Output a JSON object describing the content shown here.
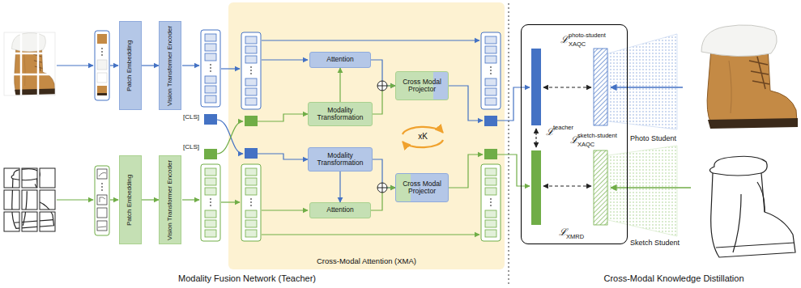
{
  "diagram": {
    "nodes": [
      {
        "text": [
          "Patch Embedding"
        ]
      },
      {
        "text": [
          "Vision Transformer Encoder"
        ]
      },
      {
        "text": [
          "Patch Embedding"
        ]
      },
      {
        "text": [
          "Vision Transformer Encoder"
        ]
      },
      {
        "text": [
          "Cross-Modal Attention (XMA)"
        ]
      },
      {
        "text": [
          "Attention"
        ],
        "in": 4
      },
      {
        "text": [
          "Modality Transformation"
        ],
        "in": 4
      },
      {
        "text": [
          "Cross Modal Projector"
        ],
        "in": 4
      },
      {
        "text": [
          "Modality Transformation"
        ],
        "in": 4
      },
      {
        "text": [
          "Attention"
        ],
        "in": 4
      },
      {
        "text": [
          "Cross Modal Projector"
        ],
        "in": 4
      },
      {
        "text": [
          "ℒ",
          "photo-student",
          "XAQC",
          "ℒ",
          "teacher",
          "ℒ",
          "sketch-student",
          "XAQC",
          "ℒ",
          "XMRD"
        ]
      }
    ],
    "edges": [
      {
        "from": 0,
        "to": 1,
        "arrow": "to"
      },
      {
        "from": 2,
        "to": 3,
        "arrow": "to"
      },
      {
        "from": 6,
        "to": 5,
        "arrow": "to"
      },
      {
        "from": 5,
        "to": 7,
        "arrow": "to"
      },
      {
        "from": 6,
        "to": 7,
        "arrow": "to"
      },
      {
        "from": 8,
        "to": 9,
        "arrow": "to"
      },
      {
        "from": 8,
        "to": 10,
        "arrow": "to"
      },
      {
        "from": 9,
        "to": 10,
        "arrow": "to"
      }
    ],
    "labels": [
      "[CLS]",
      "[CLS]",
      "xK",
      "Photo Student",
      "Sketch Student",
      "Modality Fusion Network (Teacher)",
      "Cross-Modal Knowledge Distillation"
    ]
  }
}
